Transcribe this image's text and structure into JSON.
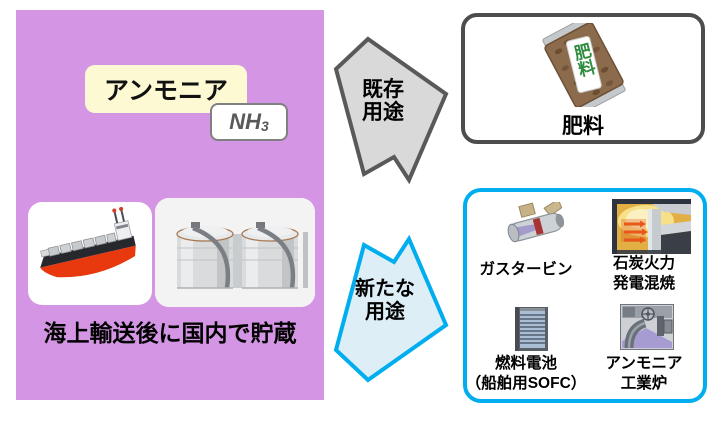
{
  "panel": {
    "title": "アンモニア",
    "formula_main": "NH",
    "formula_sub": "3",
    "caption": "海上輸送後に国内で貯蔵"
  },
  "arrows": {
    "existing_label": "既存\n用途",
    "new_label": "新たな\n用途"
  },
  "existing_uses": {
    "bag_text": "肥料",
    "item_label": "肥料"
  },
  "new_uses": {
    "gas_turbine": "ガスタービン",
    "coal_cofiring": "石炭火力\n発電混焼",
    "fuel_cell": "燃料電池\n（船舶用SOFC）",
    "ammonia_furnace": "アンモニア\n工業炉"
  },
  "colors": {
    "panel_purple": "#D496E4",
    "title_yellow": "#FDFAD3",
    "formula_text": "#595959",
    "existing_arrow_fill": "#D9D9D9",
    "existing_arrow_border": "#595959",
    "new_arrow_fill": "#DEEEF7",
    "new_accent_blue": "#00AEEF",
    "existing_box_border": "#4D4D4D",
    "bag_label_green": "#2E8B3E"
  }
}
